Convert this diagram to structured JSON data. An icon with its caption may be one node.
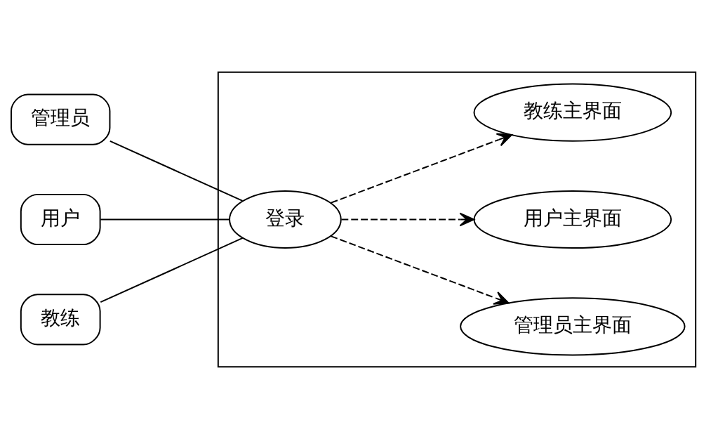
{
  "diagram": {
    "nodes": [
      {
        "text": [
          "管理员"
        ]
      },
      {
        "text": [
          "用户"
        ]
      },
      {
        "text": [
          "教练"
        ]
      },
      {
        "text": [],
        "shape": "box"
      },
      {
        "text": [
          "登录"
        ],
        "in": 3
      },
      {
        "text": [
          "管理员主界面"
        ],
        "in": 3
      },
      {
        "text": [
          "用户主界面"
        ],
        "in": 3
      },
      {
        "text": [
          "教练主界面"
        ],
        "in": 3
      }
    ],
    "edges": [
      {
        "from": 0,
        "to": 4,
        "arrow": "none"
      },
      {
        "from": 1,
        "to": 4,
        "arrow": "none"
      },
      {
        "from": 2,
        "to": 4,
        "arrow": "none"
      },
      {
        "from": 4,
        "to": 5,
        "arrow": "to",
        "style": "dashed"
      },
      {
        "from": 4,
        "to": 6,
        "arrow": "to",
        "style": "dashed"
      },
      {
        "from": 4,
        "to": 7,
        "arrow": "to",
        "style": "dashed"
      }
    ]
  }
}
